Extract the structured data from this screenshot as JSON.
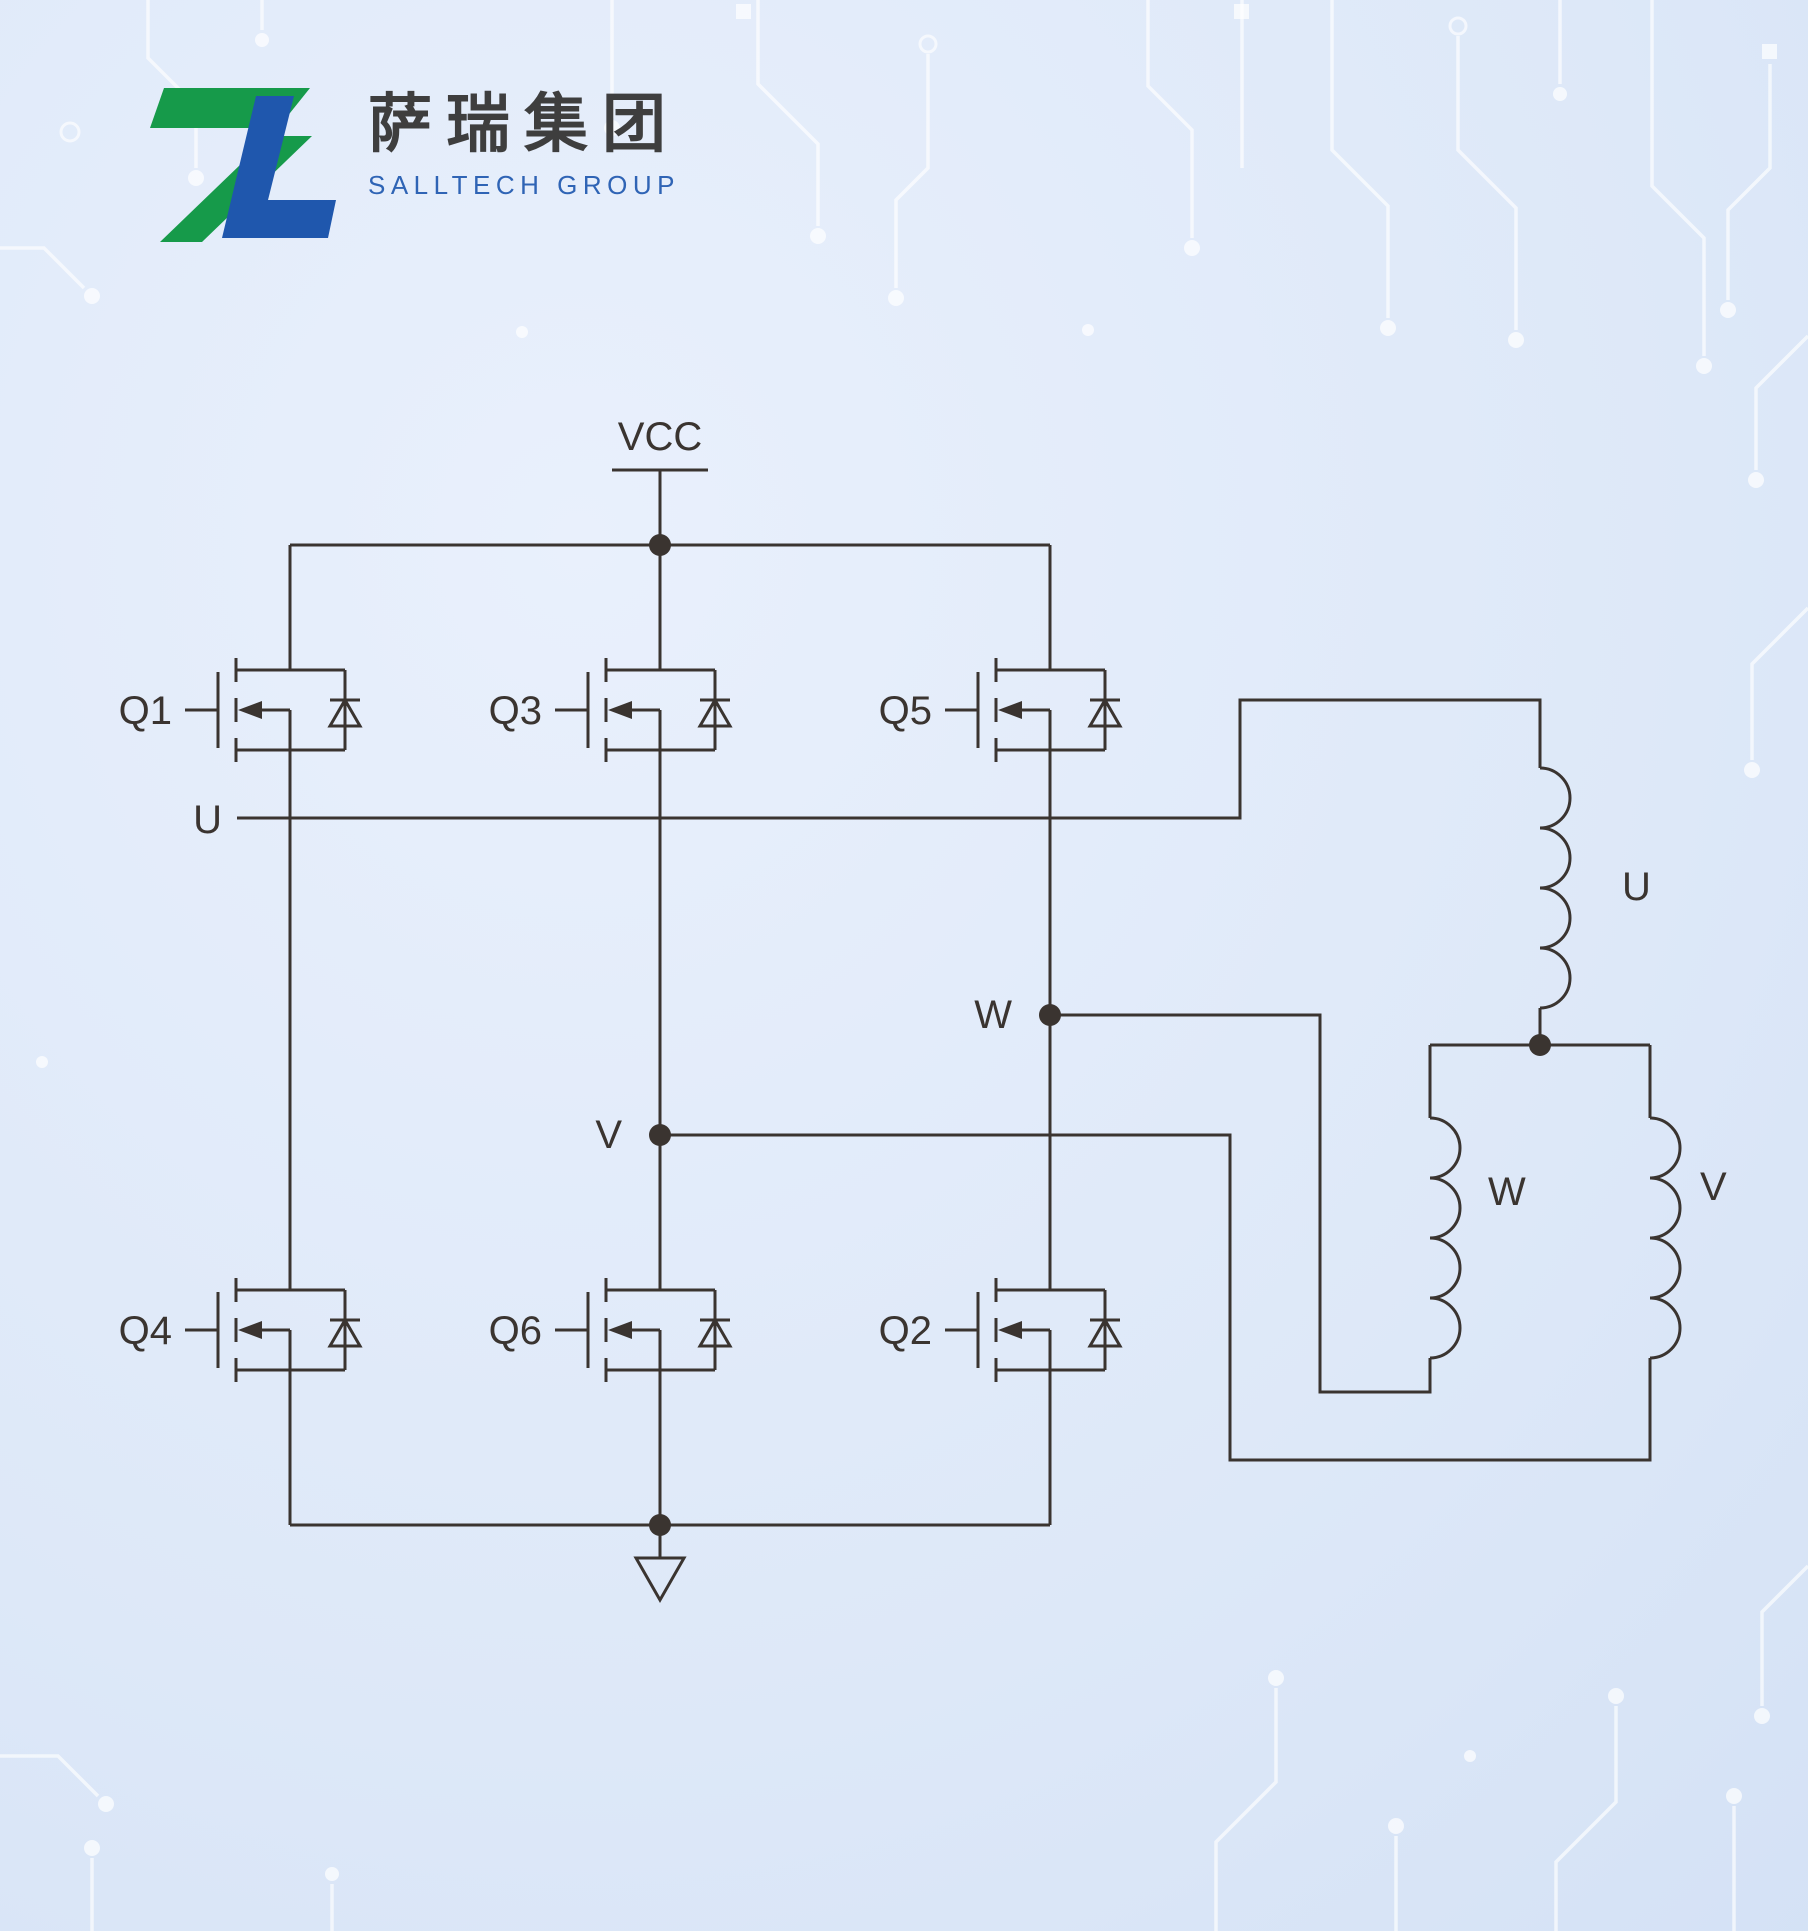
{
  "logo": {
    "chinese_name": "萨瑞集团",
    "english_name": "SALLTECH GROUP"
  },
  "schematic": {
    "power_label": "VCC",
    "transistors": {
      "q1": "Q1",
      "q3": "Q3",
      "q5": "Q5",
      "q4": "Q4",
      "q6": "Q6",
      "q2": "Q2"
    },
    "phase_labels": {
      "u": "U",
      "v": "V",
      "w": "W"
    },
    "winding_labels": {
      "u": "U",
      "w": "W",
      "v": "V"
    }
  },
  "colors": {
    "background": "#dde8f8",
    "schematic_line": "#3a3430",
    "logo_green": "#169a4a",
    "logo_blue": "#1f57ad",
    "logo_text_dark": "#3e3e3e",
    "logo_text_blue": "#2f64b5",
    "trace_decoration": "#ffffff"
  }
}
